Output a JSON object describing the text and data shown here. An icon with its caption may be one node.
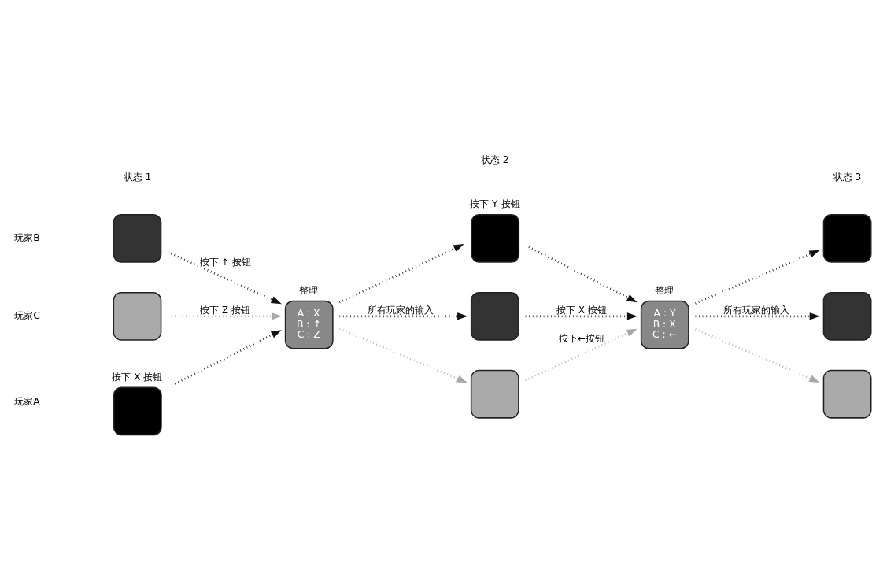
{
  "diagram": {
    "nodes": [
      {
        "text": [],
        "shape": "box",
        "beside": [
          "按下 X 按钮"
        ]
      },
      {
        "text": [],
        "shape": "box"
      },
      {
        "text": [],
        "shape": "box"
      },
      {
        "text": [
          "整理",
          "A : X",
          "B : ↑",
          "C : Z"
        ]
      },
      {
        "text": [],
        "shape": "box",
        "beside": [
          "按下 Y 按钮"
        ]
      },
      {
        "text": [],
        "shape": "box"
      },
      {
        "text": [],
        "shape": "box"
      },
      {
        "text": [
          "整理",
          "A : Y",
          "B : X",
          "C : ←"
        ]
      },
      {
        "text": [],
        "shape": "box"
      },
      {
        "text": [],
        "shape": "box"
      },
      {
        "text": [],
        "shape": "box"
      }
    ],
    "edges": [
      {
        "from": 0,
        "to": 3,
        "arrow": "to",
        "style": "dashed"
      },
      {
        "from": 1,
        "to": 3,
        "arrow": "to",
        "style": "dashed",
        "label": "按下 ↑ 按钮"
      },
      {
        "from": 2,
        "to": 3,
        "arrow": "to",
        "style": "dashed",
        "color": "#a8a8a8",
        "label": "按下 Z 按钮"
      },
      {
        "from": 3,
        "to": 4,
        "arrow": "to",
        "style": "dashed"
      },
      {
        "from": 3,
        "to": 5,
        "arrow": "to",
        "style": "dashed",
        "label": "所有玩家的输入"
      },
      {
        "from": 3,
        "to": 6,
        "arrow": "to",
        "style": "dashed",
        "color": "#a8a8a8"
      },
      {
        "from": 4,
        "to": 7,
        "arrow": "to",
        "style": "dashed"
      },
      {
        "from": 5,
        "to": 7,
        "arrow": "to",
        "style": "dashed",
        "label": "按下 X 按钮"
      },
      {
        "from": 6,
        "to": 7,
        "arrow": "to",
        "style": "dashed",
        "color": "#a8a8a8",
        "label": "按下←按钮"
      },
      {
        "from": 7,
        "to": 8,
        "arrow": "to",
        "style": "dashed"
      },
      {
        "from": 7,
        "to": 9,
        "arrow": "to",
        "style": "dashed",
        "label": "所有玩家的输入"
      },
      {
        "from": 7,
        "to": 10,
        "arrow": "to",
        "style": "dashed",
        "color": "#a8a8a8"
      }
    ],
    "labels": [
      "状态 1",
      "状态 2",
      "状态 3",
      "玩家A",
      "玩家B",
      "玩家C"
    ]
  }
}
